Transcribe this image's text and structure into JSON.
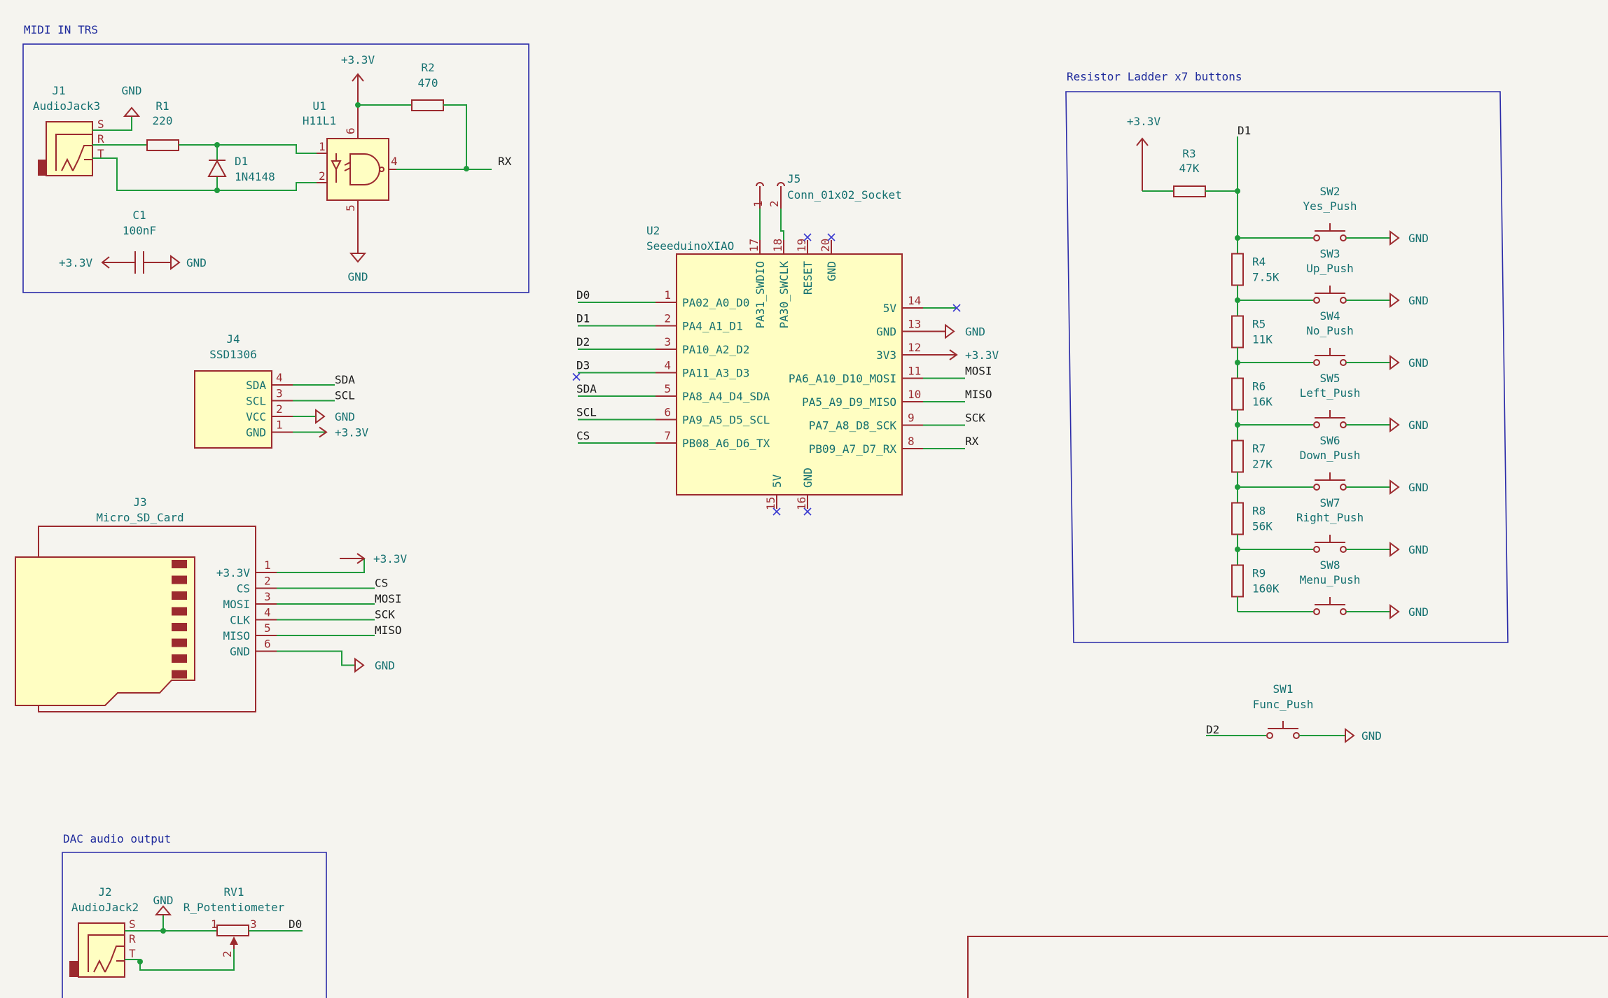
{
  "frames": {
    "midi": "MIDI IN TRS",
    "ladder": "Resistor Ladder x7 buttons",
    "dac": "DAC audio output"
  },
  "midi": {
    "j1_ref": "J1",
    "j1_val": "AudioJack3",
    "pin_s": "S",
    "pin_r": "R",
    "pin_t": "T",
    "gnd": "GND",
    "vcc": "+3.3V",
    "r1_ref": "R1",
    "r1_val": "220",
    "d1_ref": "D1",
    "d1_val": "1N4148",
    "u1_ref": "U1",
    "u1_val": "H11L1",
    "u1_p1": "1",
    "u1_p2": "2",
    "u1_p4": "4",
    "u1_p5": "5",
    "u1_p6": "6",
    "r2_ref": "R2",
    "r2_val": "470",
    "rx": "RX",
    "c1_ref": "C1",
    "c1_val": "100nF",
    "c1_left": "+3.3V",
    "c1_right": "GND",
    "u1_gnd": "GND"
  },
  "j5": {
    "ref": "J5",
    "val": "Conn_01x02_Socket",
    "p1": "1",
    "p2": "2"
  },
  "u2": {
    "ref": "U2",
    "val": "SeeeduinoXIAO",
    "top_pins": [
      {
        "num": "17",
        "name": "PA31_SWDIO"
      },
      {
        "num": "18",
        "name": "PA30_SWCLK"
      },
      {
        "num": "19",
        "name": "RESET"
      },
      {
        "num": "20",
        "name": "GND"
      }
    ],
    "bottom_pins": [
      {
        "num": "15",
        "name": "5V"
      },
      {
        "num": "16",
        "name": "GND"
      }
    ],
    "left_pins": [
      {
        "num": "1",
        "name": "PA02_A0_D0",
        "net": "D0"
      },
      {
        "num": "2",
        "name": "PA4_A1_D1",
        "net": "D1"
      },
      {
        "num": "3",
        "name": "PA10_A2_D2",
        "net": "D2"
      },
      {
        "num": "4",
        "name": "PA11_A3_D3",
        "net": "D3"
      },
      {
        "num": "5",
        "name": "PA8_A4_D4_SDA",
        "net": "SDA"
      },
      {
        "num": "6",
        "name": "PA9_A5_D5_SCL",
        "net": "SCL"
      },
      {
        "num": "7",
        "name": "PB08_A6_D6_TX",
        "net": "CS"
      }
    ],
    "right_pins": [
      {
        "num": "14",
        "name": "5V",
        "net": ""
      },
      {
        "num": "13",
        "name": "GND",
        "net": "GND"
      },
      {
        "num": "12",
        "name": "3V3",
        "net": "+3.3V"
      },
      {
        "num": "11",
        "name": "PA6_A10_D10_MOSI",
        "net": "MOSI"
      },
      {
        "num": "10",
        "name": "PA5_A9_D9_MISO",
        "net": "MISO"
      },
      {
        "num": "9",
        "name": "PA7_A8_D8_SCK",
        "net": "SCK"
      },
      {
        "num": "8",
        "name": "PB09_A7_D7_RX",
        "net": "RX"
      }
    ]
  },
  "j4": {
    "ref": "J4",
    "val": "SSD1306",
    "pins": [
      {
        "num": "4",
        "name": "SDA",
        "net": "SDA"
      },
      {
        "num": "3",
        "name": "SCL",
        "net": "SCL"
      },
      {
        "num": "2",
        "name": "VCC",
        "net": "GND"
      },
      {
        "num": "1",
        "name": "GND",
        "net": "+3.3V"
      }
    ]
  },
  "j3": {
    "ref": "J3",
    "val": "Micro_SD_Card",
    "pins": [
      {
        "num": "1",
        "name": "+3.3V",
        "net": "+3.3V"
      },
      {
        "num": "2",
        "name": "CS",
        "net": "CS"
      },
      {
        "num": "3",
        "name": "MOSI",
        "net": "MOSI"
      },
      {
        "num": "4",
        "name": "CLK",
        "net": "SCK"
      },
      {
        "num": "5",
        "name": "MISO",
        "net": "MISO"
      },
      {
        "num": "6",
        "name": "GND",
        "net": "GND"
      }
    ]
  },
  "ladder": {
    "vcc": "+3.3V",
    "d1": "D1",
    "r3_ref": "R3",
    "r3_val": "47K",
    "rows": [
      {
        "sw": "SW2",
        "sw_val": "Yes_Push",
        "r": "",
        "r_val": "",
        "gnd": "GND"
      },
      {
        "sw": "SW3",
        "sw_val": "Up_Push",
        "r": "R4",
        "r_val": "7.5K",
        "gnd": "GND"
      },
      {
        "sw": "SW4",
        "sw_val": "No_Push",
        "r": "R5",
        "r_val": "11K",
        "gnd": "GND"
      },
      {
        "sw": "SW5",
        "sw_val": "Left_Push",
        "r": "R6",
        "r_val": "16K",
        "gnd": "GND"
      },
      {
        "sw": "SW6",
        "sw_val": "Down_Push",
        "r": "R7",
        "r_val": "27K",
        "gnd": "GND"
      },
      {
        "sw": "SW7",
        "sw_val": "Right_Push",
        "r": "R8",
        "r_val": "56K",
        "gnd": "GND"
      },
      {
        "sw": "SW8",
        "sw_val": "Menu_Push",
        "r": "R9",
        "r_val": "160K",
        "gnd": "GND"
      }
    ]
  },
  "sw1": {
    "ref": "SW1",
    "val": "Func_Push",
    "net": "D2",
    "gnd": "GND"
  },
  "dac": {
    "j2_ref": "J2",
    "j2_val": "AudioJack2",
    "pin_s": "S",
    "pin_r": "R",
    "pin_t": "T",
    "gnd": "GND",
    "rv1_ref": "RV1",
    "rv1_val": "R_Potentiometer",
    "p1": "1",
    "p2": "2",
    "p3": "3",
    "net": "D0"
  }
}
